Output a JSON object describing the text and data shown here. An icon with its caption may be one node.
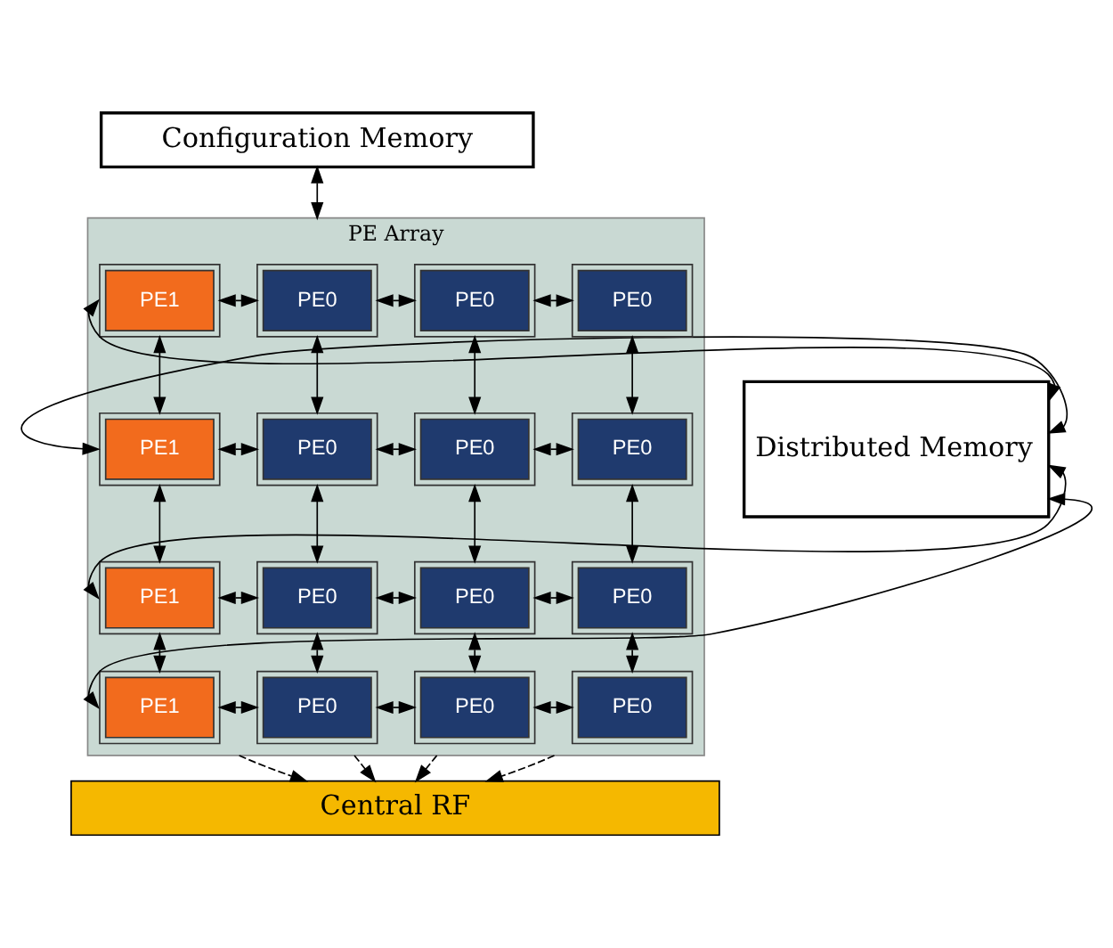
{
  "diagram": {
    "nodes": [
      {
        "text": [
          "Configuration Memory"
        ]
      },
      {
        "text": [
          "Distributed Memory"
        ]
      },
      {
        "text": [
          "PE Array"
        ]
      },
      {
        "text": [
          "PE1"
        ],
        "in": 2
      },
      {
        "text": [
          "PE0"
        ],
        "in": 2
      },
      {
        "text": [
          "PE0"
        ],
        "in": 2
      },
      {
        "text": [
          "PE0"
        ],
        "in": 2
      },
      {
        "text": [
          "PE1"
        ],
        "in": 2
      },
      {
        "text": [
          "PE0"
        ],
        "in": 2
      },
      {
        "text": [
          "PE0"
        ],
        "in": 2
      },
      {
        "text": [
          "PE0"
        ],
        "in": 2
      },
      {
        "text": [
          "PE1"
        ],
        "in": 2
      },
      {
        "text": [
          "PE0"
        ],
        "in": 2
      },
      {
        "text": [
          "PE0"
        ],
        "in": 2
      },
      {
        "text": [
          "PE0"
        ],
        "in": 2
      },
      {
        "text": [
          "PE1"
        ],
        "in": 2
      },
      {
        "text": [
          "PE0"
        ],
        "in": 2
      },
      {
        "text": [
          "PE0"
        ],
        "in": 2
      },
      {
        "text": [
          "PE0"
        ],
        "in": 2
      },
      {
        "text": [
          "Central RF"
        ]
      }
    ],
    "edges": [
      {
        "from": 0,
        "to": 2,
        "arrow": "both"
      },
      {
        "from": 1,
        "to": 3,
        "arrow": "both"
      },
      {
        "from": 1,
        "to": 7,
        "arrow": "both"
      },
      {
        "from": 1,
        "to": 11,
        "arrow": "both"
      },
      {
        "from": 1,
        "to": 15,
        "arrow": "both"
      },
      {
        "from": 3,
        "to": 4,
        "arrow": "both"
      },
      {
        "from": 4,
        "to": 5,
        "arrow": "both"
      },
      {
        "from": 5,
        "to": 6,
        "arrow": "both"
      },
      {
        "from": 7,
        "to": 8,
        "arrow": "both"
      },
      {
        "from": 8,
        "to": 9,
        "arrow": "both"
      },
      {
        "from": 9,
        "to": 10,
        "arrow": "both"
      },
      {
        "from": 11,
        "to": 12,
        "arrow": "both"
      },
      {
        "from": 12,
        "to": 13,
        "arrow": "both"
      },
      {
        "from": 13,
        "to": 14,
        "arrow": "both"
      },
      {
        "from": 15,
        "to": 16,
        "arrow": "both"
      },
      {
        "from": 16,
        "to": 17,
        "arrow": "both"
      },
      {
        "from": 17,
        "to": 18,
        "arrow": "both"
      },
      {
        "from": 3,
        "to": 7,
        "arrow": "both"
      },
      {
        "from": 4,
        "to": 8,
        "arrow": "both"
      },
      {
        "from": 5,
        "to": 9,
        "arrow": "both"
      },
      {
        "from": 6,
        "to": 10,
        "arrow": "both"
      },
      {
        "from": 7,
        "to": 11,
        "arrow": "both"
      },
      {
        "from": 8,
        "to": 12,
        "arrow": "both"
      },
      {
        "from": 9,
        "to": 13,
        "arrow": "both"
      },
      {
        "from": 10,
        "to": 14,
        "arrow": "both"
      },
      {
        "from": 11,
        "to": 15,
        "arrow": "both"
      },
      {
        "from": 12,
        "to": 16,
        "arrow": "both"
      },
      {
        "from": 13,
        "to": 17,
        "arrow": "both"
      },
      {
        "from": 14,
        "to": 18,
        "arrow": "both"
      },
      {
        "from": 2,
        "to": 19,
        "arrow": "to",
        "style": "dashed"
      },
      {
        "from": 2,
        "to": 19,
        "arrow": "to",
        "style": "dashed"
      },
      {
        "from": 2,
        "to": 19,
        "arrow": "to",
        "style": "dashed"
      },
      {
        "from": 2,
        "to": 19,
        "arrow": "to",
        "style": "dashed"
      }
    ]
  }
}
